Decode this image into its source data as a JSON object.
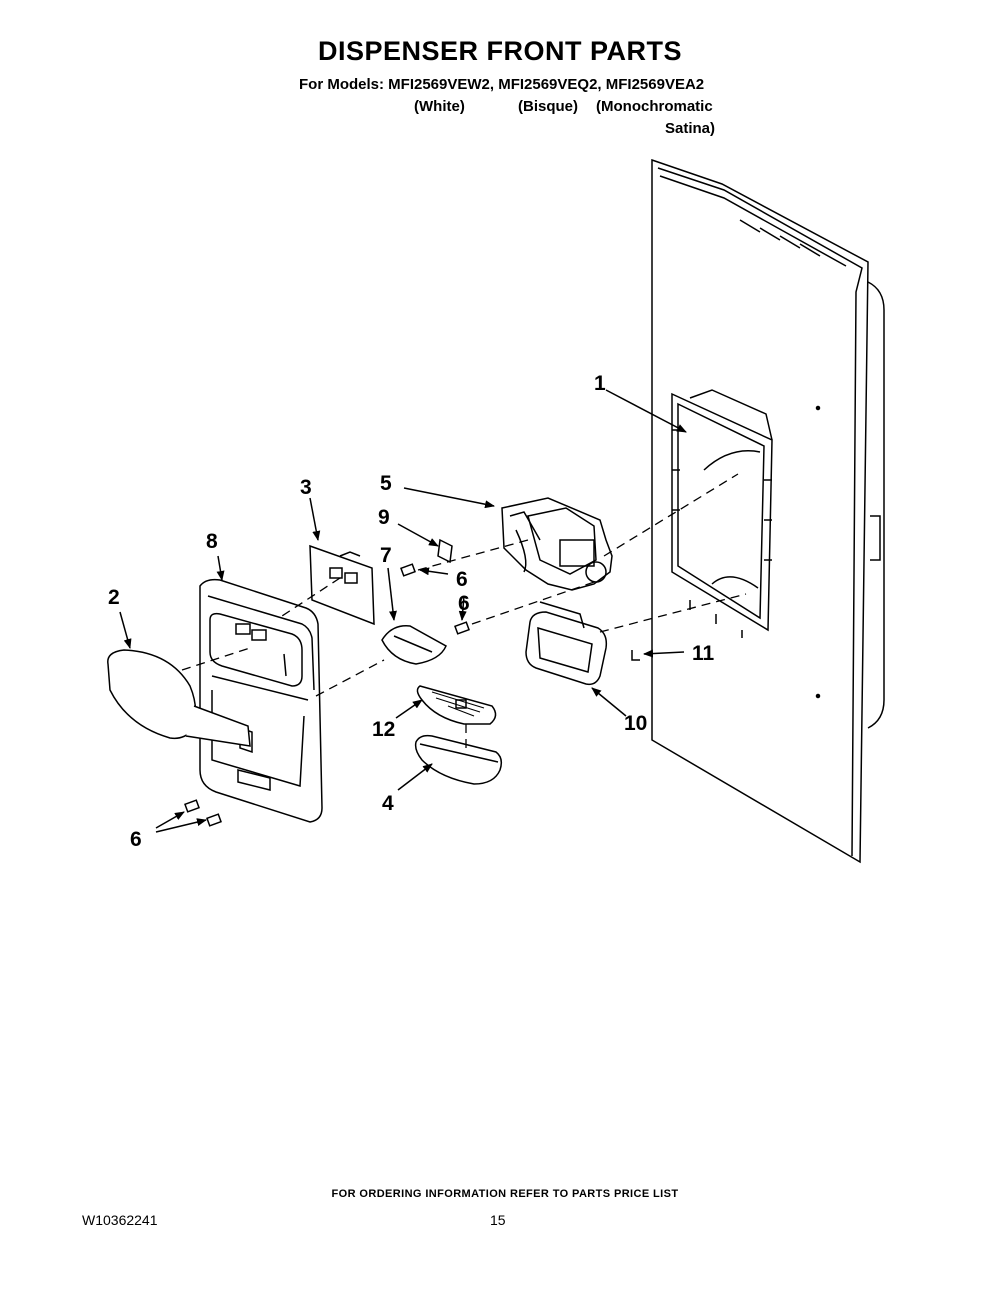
{
  "header": {
    "title": "DISPENSER FRONT PARTS",
    "models_line": "For Models: MFI2569VEW2, MFI2569VEQ2, MFI2569VEA2",
    "variants": [
      "(White)",
      "(Bisque)",
      "(Monochromatic",
      "Satina)"
    ]
  },
  "callouts": [
    "1",
    "2",
    "3",
    "4",
    "5",
    "6",
    "6",
    "6",
    "7",
    "8",
    "9",
    "10",
    "11",
    "12"
  ],
  "footer": {
    "note": "FOR ORDERING INFORMATION REFER TO PARTS PRICE LIST",
    "doc_number": "W10362241",
    "page_number": "15"
  }
}
